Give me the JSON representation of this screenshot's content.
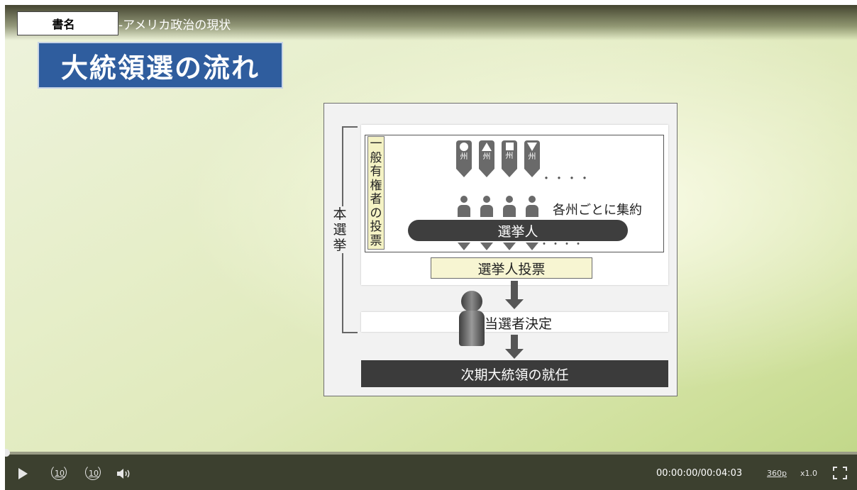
{
  "header": {
    "book_label": "書名",
    "video_title": "-アメリカ政治の現状"
  },
  "slide": {
    "title": "大統領選の流れ",
    "diagram": {
      "main_election": "本選挙",
      "general_voters": "一般有権者の投票",
      "state_label": "州",
      "aggregate": "各州ごとに集約",
      "ellipsis": "・・・・",
      "electors": "選挙人",
      "electors_vote": "選挙人投票",
      "winner": "当選者決定",
      "inauguration": "次期大統領の就任"
    }
  },
  "controls": {
    "rewind_label": "10",
    "forward_label": "10",
    "time": "00:00:00/00:04:03",
    "quality": "360p",
    "speed": "x1.0",
    "progress": 0
  }
}
